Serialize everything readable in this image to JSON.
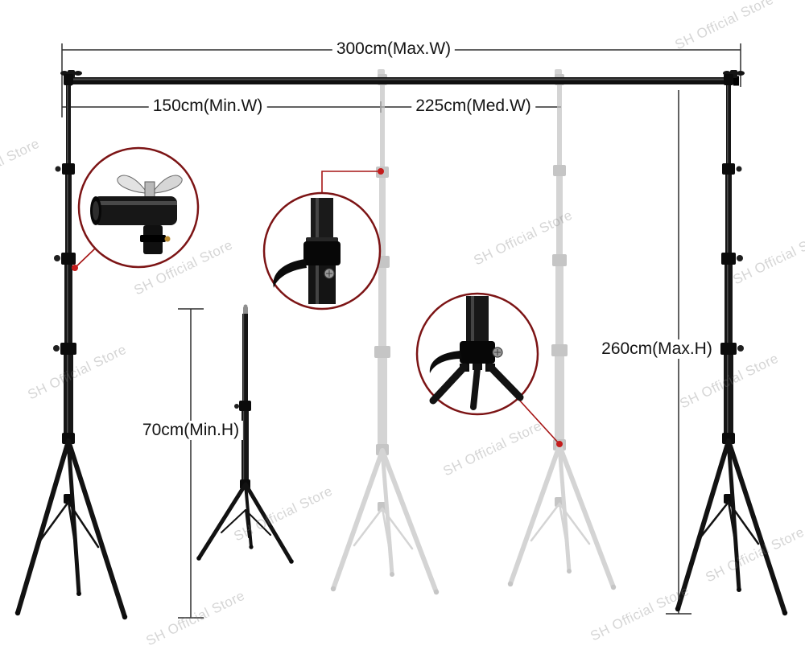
{
  "watermark": "SH Official Store",
  "measurements": {
    "max_width": "300cm(Max.W)",
    "min_width": "150cm(Min.W)",
    "med_width": "225cm(Med.W)",
    "max_height": "260cm(Max.H)",
    "min_height": "70cm(Min.H)"
  },
  "colors": {
    "stand_black": "#161616",
    "stand_ghost": "#c2c2c2",
    "dimension_line": "#2e2e2e",
    "callout_border": "#7c1415",
    "leader_red": "#a61515",
    "dot_red": "#c41c1c",
    "watermark_gray": "rgba(125,125,125,0.32)"
  }
}
